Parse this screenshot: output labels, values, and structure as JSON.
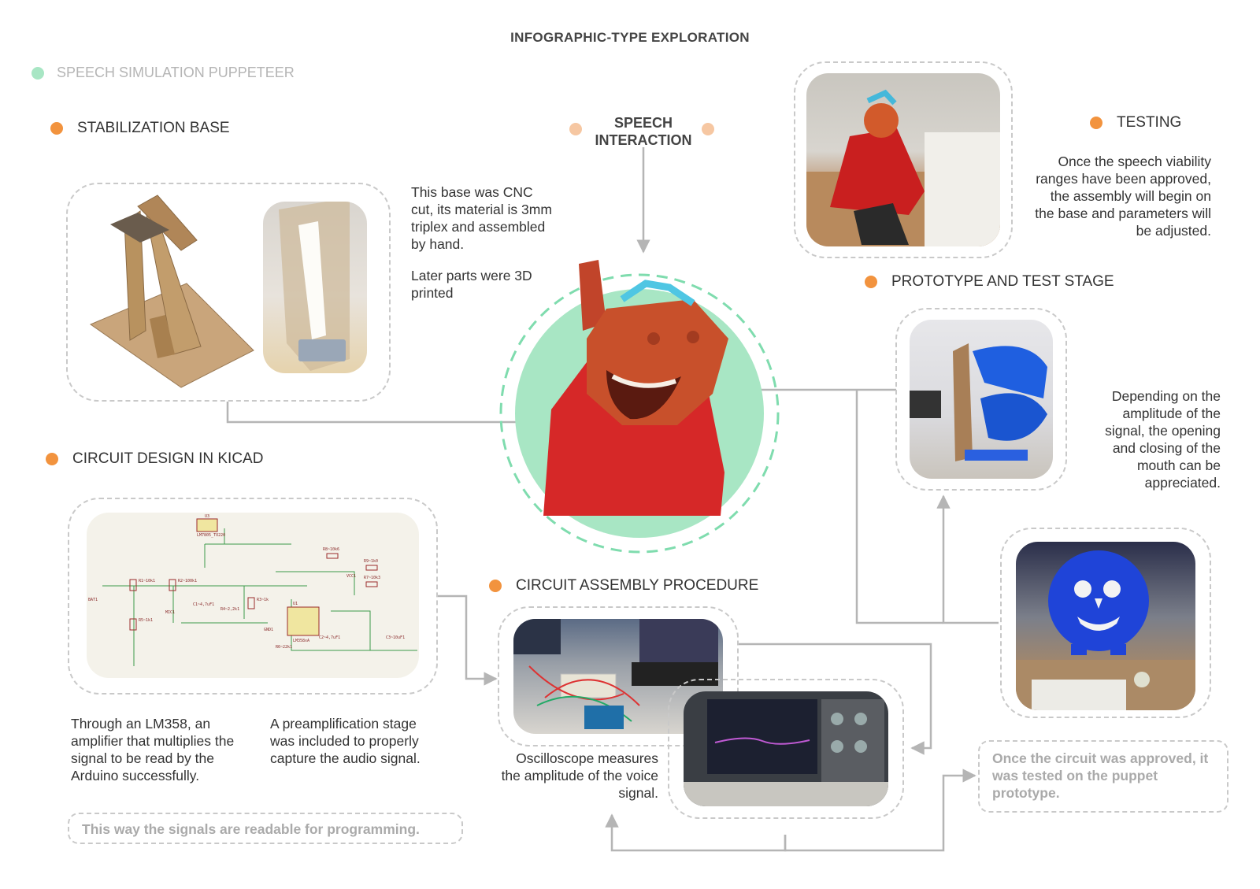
{
  "title": "INFOGRAPHIC-TYPE EXPLORATION",
  "project": "SPEECH SIMULATION PUPPETEER",
  "center": {
    "label_line1": "SPEECH",
    "label_line2": "INTERACTION"
  },
  "stabilization": {
    "heading": "STABILIZATION BASE",
    "text1": "This base was CNC cut, its material is 3mm triplex and assembled by hand.",
    "text2": "Later parts were 3D printed"
  },
  "testing": {
    "heading": "TESTING",
    "text": "Once the speech viability ranges have been approved, the assembly will begin on the base and parameters will be adjusted."
  },
  "prototype": {
    "heading": "PROTOTYPE AND TEST STAGE",
    "text": "Depending on the amplitude of the signal, the opening and closing of the mouth can be appreciated."
  },
  "circuit_design": {
    "heading": "CIRCUIT DESIGN IN KICAD",
    "text1": "Through an LM358, an amplifier that multiplies the signal to be read by the Arduino successfully.",
    "text2": "A preamplification stage was included to properly capture the audio signal.",
    "note": "This way the signals are readable for programming."
  },
  "assembly": {
    "heading": "CIRCUIT ASSEMBLY PROCEDURE",
    "text": "Oscilloscope measures the amplitude of the voice signal."
  },
  "puppet_test": {
    "note": "Once the circuit was approved, it was tested on the puppet prototype."
  },
  "schematic_labels": {
    "u3": "U3",
    "u3_part": "LM7805_TO220",
    "u1": "U1",
    "u1_part": "LM358xA",
    "r1": "R1~10k1",
    "r2": "R2~100k1",
    "r3": "R3~1k",
    "r4": "R4~2,2k1",
    "r5": "R5~1k1",
    "r6": "R6~22k1",
    "r7": "R7~10k3",
    "r8": "R8~10k6",
    "r9": "R9~1k0",
    "c1": "C1~4,7uF1",
    "c2": "C2~4,7uF1",
    "c3": "C3~10uF1",
    "bat": "BAT1",
    "mic": "MIC1",
    "vcc": "VCC1",
    "gnd": "GND1"
  },
  "colors": {
    "accent": "#f2933e",
    "mint": "#a8e6c4",
    "dash": "#c9c9c9",
    "connector": "#b5b5b5"
  }
}
